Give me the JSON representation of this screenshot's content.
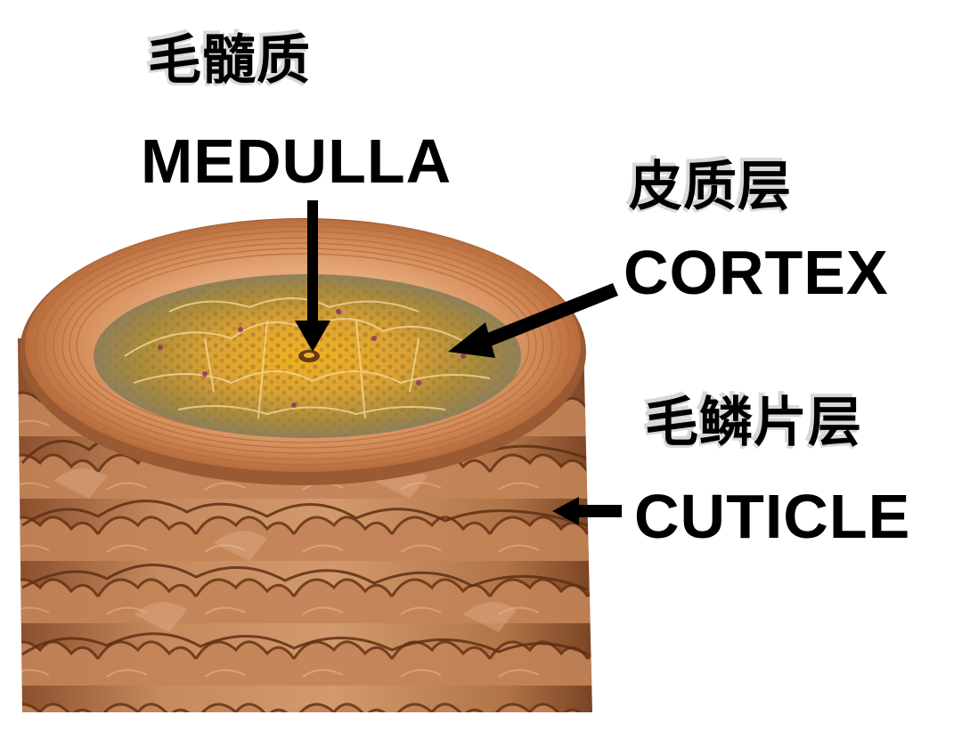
{
  "labels": {
    "medulla": {
      "zh": "毛髓质",
      "en": "MEDULLA"
    },
    "cortex": {
      "zh": "皮质层",
      "en": "CORTEX"
    },
    "cuticle": {
      "zh": "毛鳞片层",
      "en": "CUTICLE"
    }
  },
  "colors": {
    "cuticle_scale": "#b97a4f",
    "cuticle_shadow": "#6e3a1c",
    "cortex_fiber": "#d9a06a",
    "cortex_cells": "#b8922a",
    "medulla_core": "#f0b42a",
    "arrow": "#000000"
  }
}
